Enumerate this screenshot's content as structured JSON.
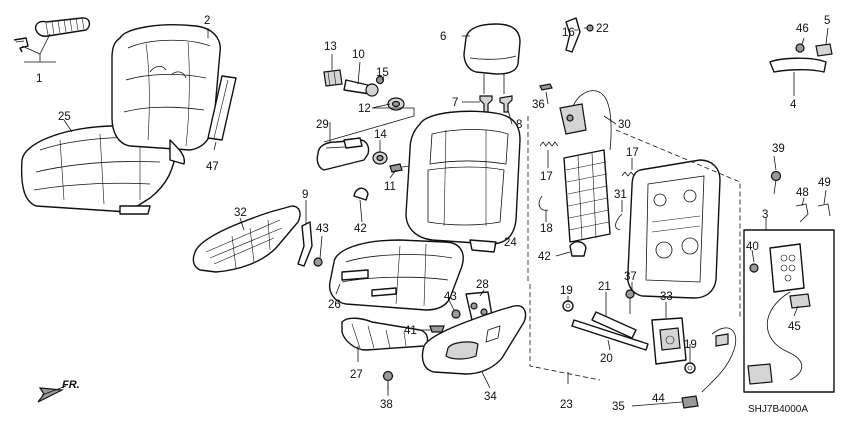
{
  "diagram": {
    "diagram_code": "SHJ7B4000A",
    "direction_label": "FR.",
    "callouts": [
      {
        "id": "1",
        "label": "1"
      },
      {
        "id": "2",
        "label": "2"
      },
      {
        "id": "3",
        "label": "3"
      },
      {
        "id": "4",
        "label": "4"
      },
      {
        "id": "5",
        "label": "5"
      },
      {
        "id": "6",
        "label": "6"
      },
      {
        "id": "7",
        "label": "7"
      },
      {
        "id": "8",
        "label": "8"
      },
      {
        "id": "9",
        "label": "9"
      },
      {
        "id": "10",
        "label": "10"
      },
      {
        "id": "11",
        "label": "11"
      },
      {
        "id": "12",
        "label": "12"
      },
      {
        "id": "13",
        "label": "13"
      },
      {
        "id": "14",
        "label": "14"
      },
      {
        "id": "15",
        "label": "15"
      },
      {
        "id": "16",
        "label": "16"
      },
      {
        "id": "17a",
        "label": "17"
      },
      {
        "id": "17b",
        "label": "17"
      },
      {
        "id": "18",
        "label": "18"
      },
      {
        "id": "19a",
        "label": "19"
      },
      {
        "id": "19b",
        "label": "19"
      },
      {
        "id": "20",
        "label": "20"
      },
      {
        "id": "21",
        "label": "21"
      },
      {
        "id": "22",
        "label": "22"
      },
      {
        "id": "23",
        "label": "23"
      },
      {
        "id": "24",
        "label": "24"
      },
      {
        "id": "25",
        "label": "25"
      },
      {
        "id": "26",
        "label": "26"
      },
      {
        "id": "27",
        "label": "27"
      },
      {
        "id": "28",
        "label": "28"
      },
      {
        "id": "29",
        "label": "29"
      },
      {
        "id": "30",
        "label": "30"
      },
      {
        "id": "31",
        "label": "31"
      },
      {
        "id": "32",
        "label": "32"
      },
      {
        "id": "33",
        "label": "33"
      },
      {
        "id": "34",
        "label": "34"
      },
      {
        "id": "35",
        "label": "35"
      },
      {
        "id": "36",
        "label": "36"
      },
      {
        "id": "37",
        "label": "37"
      },
      {
        "id": "38",
        "label": "38"
      },
      {
        "id": "39",
        "label": "39"
      },
      {
        "id": "40",
        "label": "40"
      },
      {
        "id": "41",
        "label": "41"
      },
      {
        "id": "42a",
        "label": "42"
      },
      {
        "id": "42b",
        "label": "42"
      },
      {
        "id": "43a",
        "label": "43"
      },
      {
        "id": "43b",
        "label": "43"
      },
      {
        "id": "44",
        "label": "44"
      },
      {
        "id": "45",
        "label": "45"
      },
      {
        "id": "46",
        "label": "46"
      },
      {
        "id": "47",
        "label": "47"
      },
      {
        "id": "48",
        "label": "48"
      },
      {
        "id": "49",
        "label": "49"
      }
    ]
  }
}
